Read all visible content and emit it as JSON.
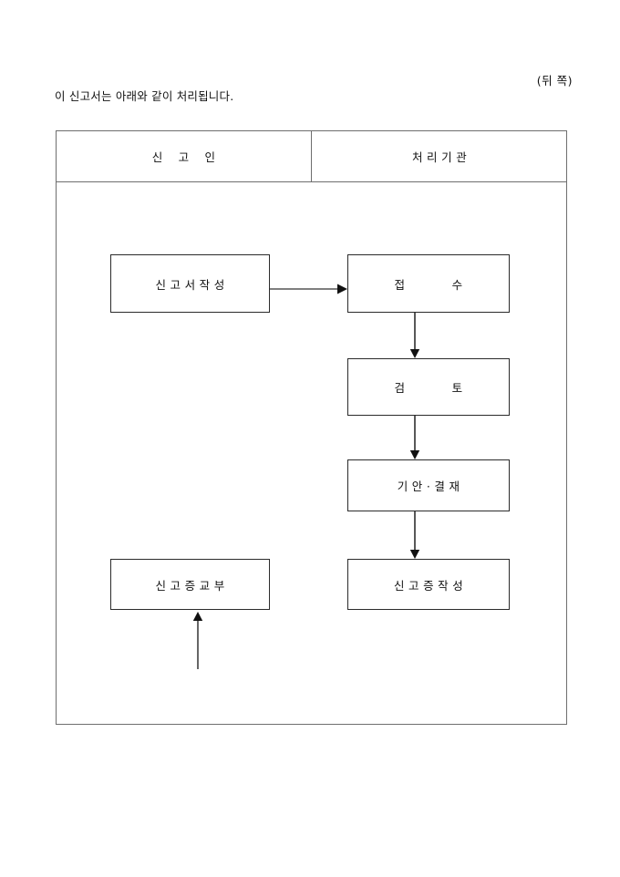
{
  "document": {
    "side_note": "(뒤 쪽)",
    "intro_line": "이 신고서는 아래와 같이 처리됩니다."
  },
  "flow_table": {
    "columns": [
      {
        "id": "declarant",
        "label": "신    고    인"
      },
      {
        "id": "agency",
        "label": "처 리 기 관"
      }
    ],
    "nodes": [
      {
        "id": "write-form",
        "label": "신 고 서 작 성",
        "column": "declarant"
      },
      {
        "id": "receive",
        "label": "접            수",
        "column": "agency"
      },
      {
        "id": "review",
        "label": "검            토",
        "column": "agency"
      },
      {
        "id": "draft",
        "label": "기 안 · 결 재",
        "column": "agency"
      },
      {
        "id": "make-cert",
        "label": "신 고 증 작 성",
        "column": "agency"
      },
      {
        "id": "issue-cert",
        "label": "신 고 증 교 부",
        "column": "declarant"
      }
    ],
    "connectors": [
      {
        "id": "form-to-receive",
        "from": "write-form",
        "to": "receive",
        "direction": "right"
      },
      {
        "id": "receive-review",
        "from": "receive",
        "to": "review",
        "direction": "down"
      },
      {
        "id": "review-draft",
        "from": "review",
        "to": "draft",
        "direction": "down"
      },
      {
        "id": "draft-cert",
        "from": "draft",
        "to": "make-cert",
        "direction": "down"
      },
      {
        "id": "cert-to-issue",
        "from": "make-cert",
        "to": "issue-cert",
        "direction": "up"
      }
    ]
  },
  "style": {
    "ink": "#111111",
    "box_border": "#2b2b2b",
    "table_border": "#6e6e6e",
    "paper": "#ffffff"
  }
}
